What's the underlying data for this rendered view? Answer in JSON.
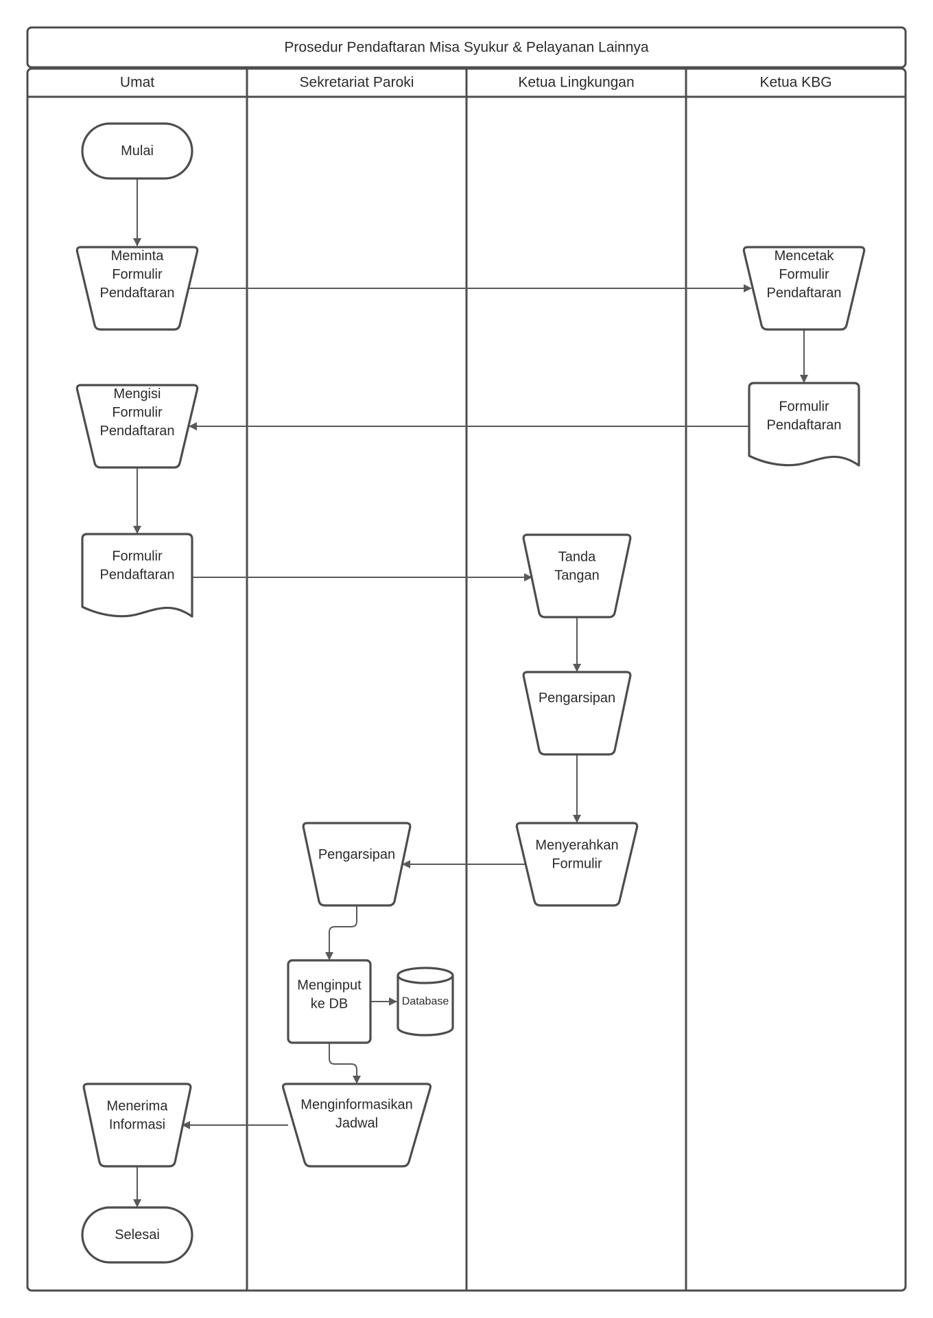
{
  "title": "Prosedur Pendaftaran Misa Syukur & Pelayanan Lainnya",
  "lanes": [
    "Umat",
    "Sekretariat Paroki",
    "Ketua Lingkungan",
    "Ketua KBG"
  ],
  "nodes": {
    "mulai": {
      "lines": [
        "Mulai"
      ],
      "shape": "terminator"
    },
    "meminta": {
      "lines": [
        "Meminta",
        "Formulir",
        "Pendaftaran"
      ],
      "shape": "manual-operation"
    },
    "mencetak": {
      "lines": [
        "Mencetak",
        "Formulir",
        "Pendaftaran"
      ],
      "shape": "manual-operation"
    },
    "formulir_kbg": {
      "lines": [
        "Formulir",
        "Pendaftaran"
      ],
      "shape": "document"
    },
    "mengisi": {
      "lines": [
        "Mengisi",
        "Formulir",
        "Pendaftaran"
      ],
      "shape": "manual-operation"
    },
    "formulir_umat": {
      "lines": [
        "Formulir",
        "Pendaftaran"
      ],
      "shape": "document"
    },
    "tanda_tangan": {
      "lines": [
        "Tanda",
        "Tangan"
      ],
      "shape": "manual-operation"
    },
    "pengarsipan_lingk": {
      "lines": [
        "Pengarsipan"
      ],
      "shape": "manual-operation"
    },
    "menyerahkan": {
      "lines": [
        "Menyerahkan",
        "Formulir"
      ],
      "shape": "manual-operation"
    },
    "pengarsipan_sekr": {
      "lines": [
        "Pengarsipan"
      ],
      "shape": "manual-operation"
    },
    "menginput": {
      "lines": [
        "Menginput",
        "ke DB"
      ],
      "shape": "process"
    },
    "database": {
      "lines": [
        "Database"
      ],
      "shape": "database"
    },
    "menginformasikan": {
      "lines": [
        "Menginformasikan",
        "Jadwal"
      ],
      "shape": "manual-operation"
    },
    "menerima": {
      "lines": [
        "Menerima",
        "Informasi"
      ],
      "shape": "manual-operation"
    },
    "selesai": {
      "lines": [
        "Selesai"
      ],
      "shape": "terminator"
    }
  },
  "edges": [
    [
      "mulai",
      "meminta"
    ],
    [
      "meminta",
      "mencetak"
    ],
    [
      "mencetak",
      "formulir_kbg"
    ],
    [
      "formulir_kbg",
      "mengisi"
    ],
    [
      "mengisi",
      "formulir_umat"
    ],
    [
      "formulir_umat",
      "tanda_tangan"
    ],
    [
      "tanda_tangan",
      "pengarsipan_lingk"
    ],
    [
      "pengarsipan_lingk",
      "menyerahkan"
    ],
    [
      "menyerahkan",
      "pengarsipan_sekr"
    ],
    [
      "pengarsipan_sekr",
      "menginput"
    ],
    [
      "menginput",
      "database"
    ],
    [
      "menginput",
      "menginformasikan"
    ],
    [
      "menginformasikan",
      "menerima"
    ],
    [
      "menerima",
      "selesai"
    ]
  ]
}
